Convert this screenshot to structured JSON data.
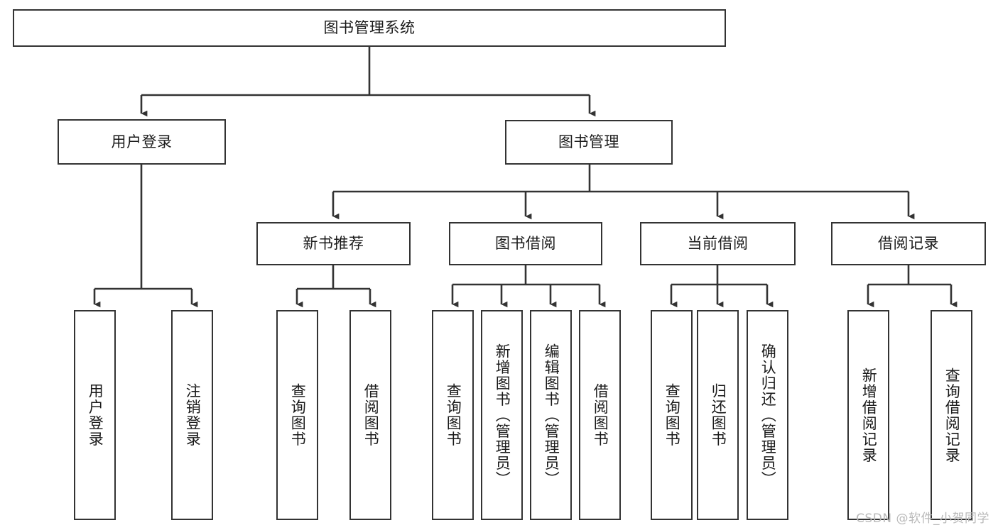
{
  "diagram": {
    "title": "图书管理系统",
    "watermark": "CSDN @软件_小贺同学",
    "colors": {
      "box_border": "#333333",
      "box_fill": "#ffffff",
      "connector": "#333333",
      "background": "#ffffff",
      "watermark": "#b9b9b9"
    },
    "root": {
      "label": "图书管理系统"
    },
    "level2": [
      {
        "label": "用户登录"
      },
      {
        "label": "图书管理"
      }
    ],
    "level3": [
      {
        "label": "新书推荐"
      },
      {
        "label": "图书借阅"
      },
      {
        "label": "当前借阅"
      },
      {
        "label": "借阅记录"
      }
    ],
    "leaves": {
      "user_login": [
        {
          "label": "用户登录"
        },
        {
          "label": "注销登录"
        }
      ],
      "new_book": [
        {
          "label": "查询图书"
        },
        {
          "label": "借阅图书"
        }
      ],
      "borrow_book": [
        {
          "label": "查询图书"
        },
        {
          "label": "新增图书（管理员）"
        },
        {
          "label": "编辑图书（管理员）"
        },
        {
          "label": "借阅图书"
        }
      ],
      "current_borrow": [
        {
          "label": "查询图书"
        },
        {
          "label": "归还图书"
        },
        {
          "label": "确认归还（管理员）"
        }
      ],
      "borrow_record": [
        {
          "label": "新增借阅记录"
        },
        {
          "label": "查询借阅记录"
        }
      ]
    }
  }
}
